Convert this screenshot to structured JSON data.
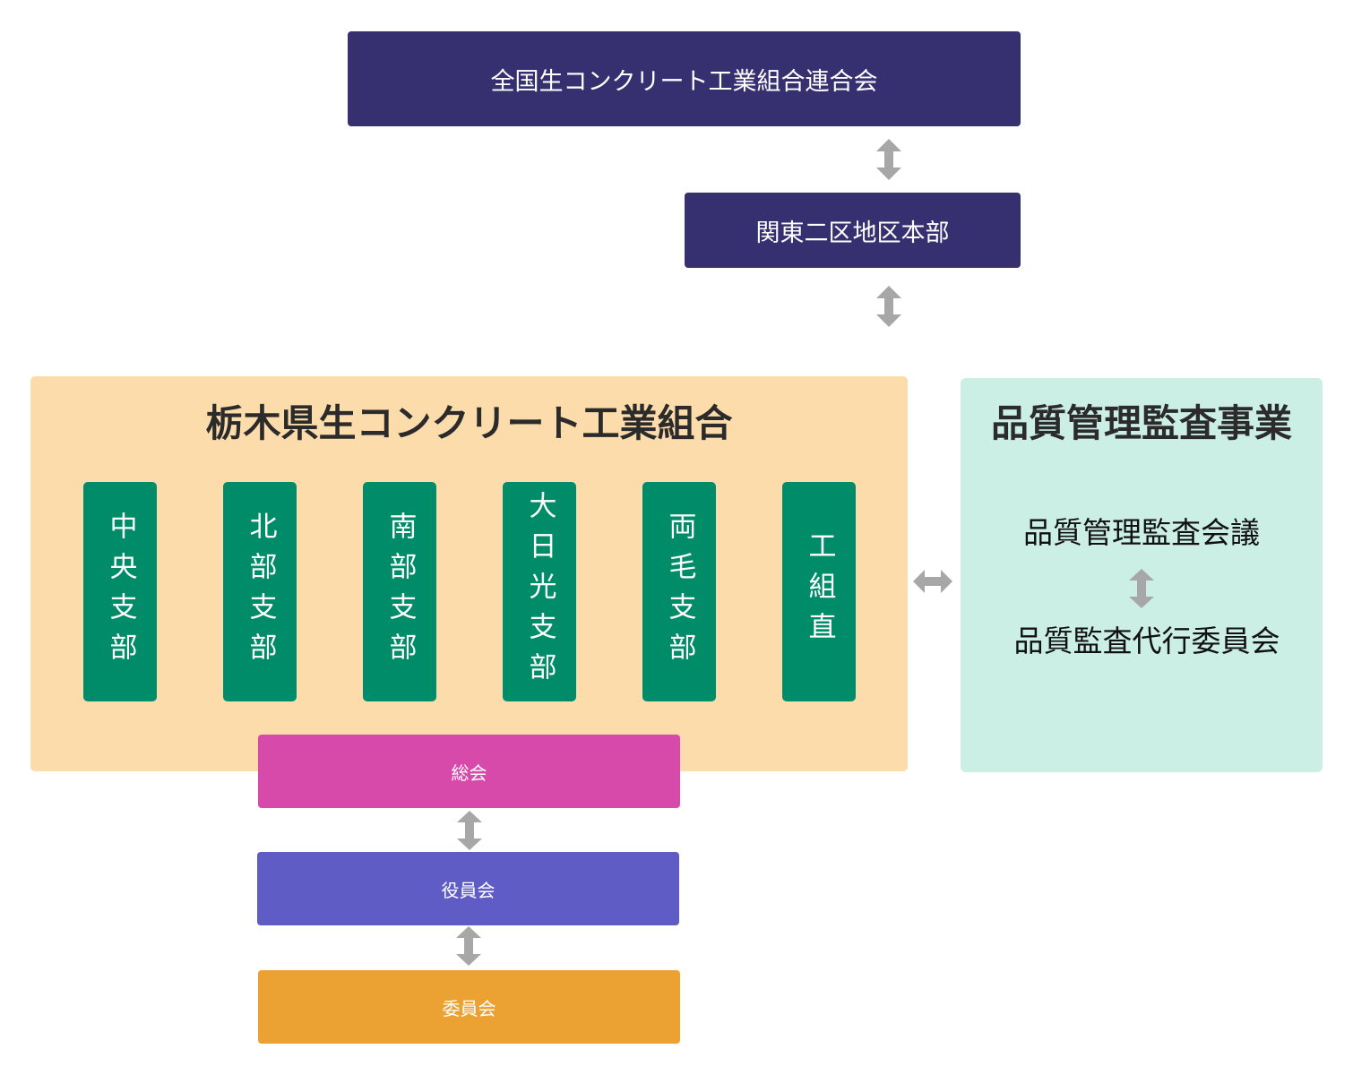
{
  "national_federation": "全国生コンクリート工業組合連合会",
  "regional_hq": "関東二区地区本部",
  "union": {
    "title": "栃木県生コンクリート工業組合",
    "branches": [
      "中央支部",
      "北部支部",
      "南部支部",
      "大日光支部",
      "両毛支部",
      "工組直"
    ]
  },
  "quality": {
    "title": "品質管理監査事業",
    "council": "品質管理監査会議",
    "committee": "品質監査代行委員会"
  },
  "bodies": {
    "general_meeting": "総会",
    "board": "役員会",
    "committee": "委員会"
  },
  "colors": {
    "navy": "#363070",
    "union_panel": "#fddcab",
    "branch": "#008c69",
    "quality_panel": "#cbeee5",
    "general_meeting": "#d84aaa",
    "board": "#605cc6",
    "committee": "#eba232",
    "arrow": "#a7a7a7"
  }
}
